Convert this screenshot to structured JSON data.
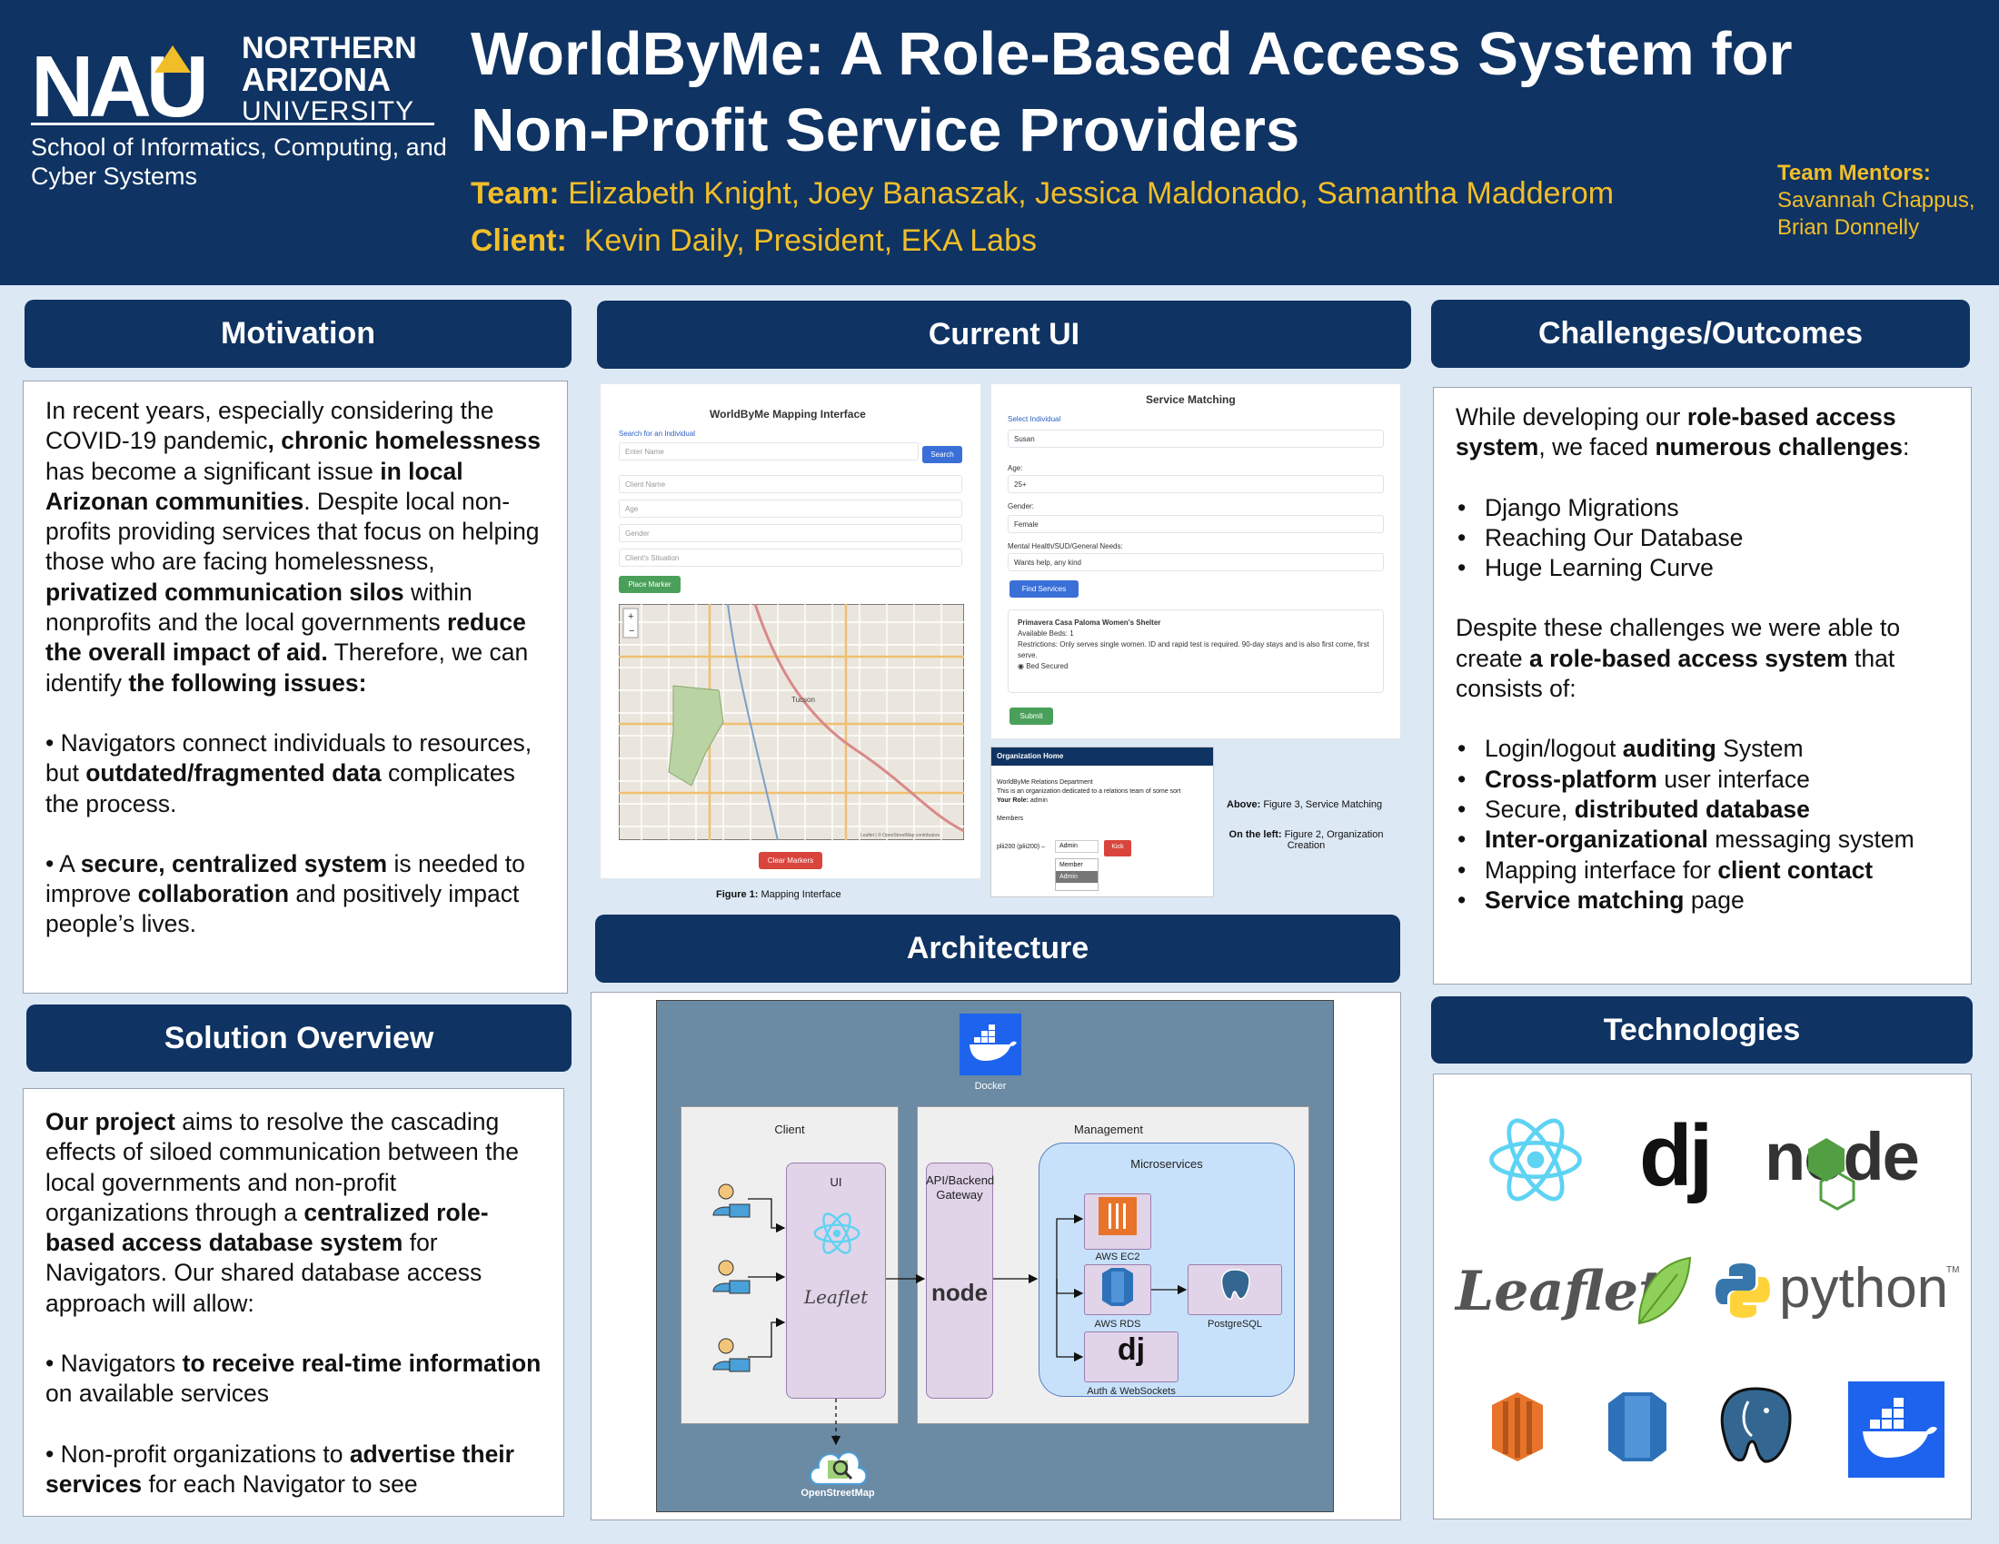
{
  "header": {
    "logo_word": "NAU",
    "logo_line1": "NORTHERN",
    "logo_line2": "ARIZONA",
    "logo_line3": "UNIVERSITY",
    "school": "School of Informatics, Computing, and Cyber Systems",
    "title": "WorldByMe: A Role-Based Access System for Non-Profit Service Providers",
    "team_label": "Team:",
    "team_names": "Elizabeth Knight, Joey Banaszak, Jessica Maldonado, Samantha Madderom",
    "client_label": "Client:",
    "client_name": "Kevin Daily, President, EKA Labs",
    "mentors_label": "Team Mentors:",
    "mentors_line1": "Savannah Chappus,",
    "mentors_line2": "Brian Donnelly"
  },
  "sections": {
    "motivation": "Motivation",
    "solution": "Solution Overview",
    "current_ui": "Current UI",
    "architecture": "Architecture",
    "challenges": "Challenges/Outcomes",
    "technologies": "Technologies"
  },
  "motivation": {
    "p1": [
      "In recent years, especially considering the COVID-19 pandemic",
      ", chronic homelessness",
      " has become a significant issue ",
      "in local Arizonan communities",
      ". Despite local non-profits providing services that focus on helping those who are facing homelessness, ",
      "privatized communication silos",
      " within nonprofits and the local governments ",
      "reduce the overall impact of aid.",
      " Therefore, we can identify ",
      "the following issues:"
    ],
    "b1": [
      "• Navigators connect individuals to resources, but ",
      "outdated/fragmented data",
      " complicates the process."
    ],
    "b2": [
      "• A ",
      "secure, centralized system",
      " is needed to improve ",
      "collaboration",
      " and positively impact people’s lives."
    ]
  },
  "solution": {
    "p1": [
      "Our project",
      " aims to resolve the cascading effects of siloed communication between the local governments and non-profit organizations through a ",
      "centralized role-based access database system",
      " for Navigators. Our shared database access approach will allow:"
    ],
    "b1": [
      "• Navigators ",
      "to receive real-time information",
      " on available services"
    ],
    "b2": [
      "• Non-profit organizations to ",
      "advertise their services",
      " for each Navigator to see"
    ]
  },
  "challenges": {
    "p1": [
      "While developing our ",
      "role-based access system",
      ", we faced ",
      "numerous challenges",
      ":"
    ],
    "list1": [
      "Django Migrations",
      "Reaching Our Database",
      "Huge Learning Curve"
    ],
    "p2": [
      "Despite these challenges we were able to create ",
      "a role-based access system",
      " that consists of:"
    ],
    "list2": [
      [
        "Login/logout ",
        "auditing",
        " System"
      ],
      [
        "",
        "Cross-platform",
        " user interface"
      ],
      [
        "Secure, ",
        "distributed database",
        ""
      ],
      [
        "",
        "Inter-organizational",
        " messaging system"
      ],
      [
        "Mapping interface for ",
        "client contact",
        ""
      ],
      [
        "",
        "Service matching",
        " page"
      ]
    ]
  },
  "mapping_ui": {
    "title": "WorldByMe Mapping Interface",
    "search_label": "Search for an Individual",
    "enter_name": "Enter Name",
    "search_btn": "Search",
    "client_name": "Client Name",
    "age": "Age",
    "gender": "Gender",
    "situation": "Client's Situation",
    "place_marker": "Place Marker",
    "clear_markers": "Clear Markers",
    "city": "Tucson",
    "attribution": "Leaflet | © OpenStreetMap contributors",
    "caption_label": "Figure 1:",
    "caption_text": " Mapping Interface"
  },
  "service_ui": {
    "title": "Service Matching",
    "select_label": "Select Individual",
    "select_value": "Susan",
    "age_label": "Age:",
    "age_value": "25+",
    "gender_label": "Gender:",
    "gender_value": "Female",
    "needs_label": "Mental Health/SUD/General Needs:",
    "needs_value": "Wants help, any kind",
    "find_btn": "Find Services",
    "shelter_name": "Primavera Casa Paloma Women's Shelter",
    "beds": "Available Beds: 1",
    "restrictions": "Restrictions: Only serves single women. ID and rapid test is required. 90-day stays and is also first come, first serve.",
    "bed_secured": "Bed Secured",
    "submit": "Submit"
  },
  "org_ui": {
    "header": "Organization Home",
    "dept": "WorldByMe Relations Department",
    "desc": "This is an organization dedicated to a relations team of some sort",
    "role_label": "Your Role:",
    "role_value": "admin",
    "members": "Members",
    "member": "plii200 (plii200) –",
    "select": "Admin",
    "kick": "Kick",
    "opt1": "Member",
    "opt2": "Admin"
  },
  "figure_notes": {
    "above_label": "Above:",
    "above_text": " Figure 3, Service Matching",
    "left_label": "On the left:",
    "left_text": " Figure 2, Organization Creation"
  },
  "architecture": {
    "docker": "Docker",
    "client": "Client",
    "ui": "UI",
    "management": "Management",
    "gateway": "API/Backend Gateway",
    "microservices": "Microservices",
    "ec2": "AWS EC2",
    "rds": "AWS RDS",
    "postgres": "PostgreSQL",
    "auth": "Auth & WebSockets",
    "osm": "OpenStreetMap",
    "leaflet": "Leaflet",
    "node": "node"
  },
  "technologies": {
    "leaflet": "Leaflet",
    "python": "python",
    "node": "node",
    "dj": "dj",
    "tm": "TM"
  },
  "colors": {
    "navy": "#0f3362",
    "gold": "#f1be2a",
    "background": "#dce8f4",
    "react": "#5ed3f3",
    "node_green": "#539e43",
    "aws_orange": "#e7742a",
    "aws_blue": "#2d72b8",
    "docker_blue": "#1d63ed",
    "postgres_blue": "#336791"
  }
}
